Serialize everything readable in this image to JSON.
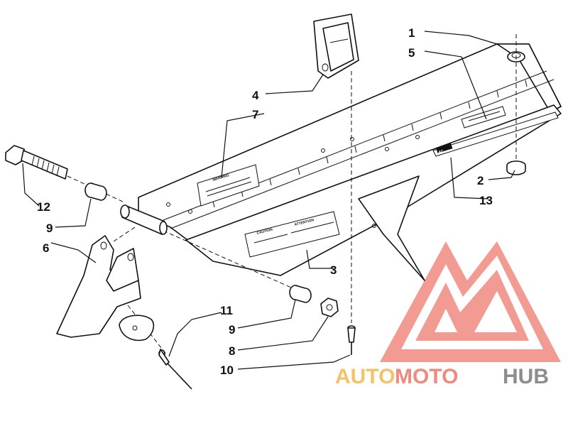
{
  "diagram": {
    "callouts": {
      "c1": "1",
      "c2": "2",
      "c3": "3",
      "c4": "4",
      "c5": "5",
      "c6": "6",
      "c7": "7",
      "c8": "8",
      "c9a": "9",
      "c9b": "9",
      "c10": "10",
      "c11": "11",
      "c12": "12",
      "c13": "13"
    },
    "labels": {
      "warning_top": "WARNING",
      "caution": "CAUTION",
      "attention": "ATTENTION",
      "ac_logo": "AC"
    }
  },
  "watermark": {
    "part1": "AUTO",
    "part2": "MOTO",
    "part3": "HUB",
    "colors": {
      "auto": "#f4c26a",
      "moto": "#ef8a7e",
      "hub": "#8d8d8d",
      "logo": "#ef8a7e"
    }
  }
}
